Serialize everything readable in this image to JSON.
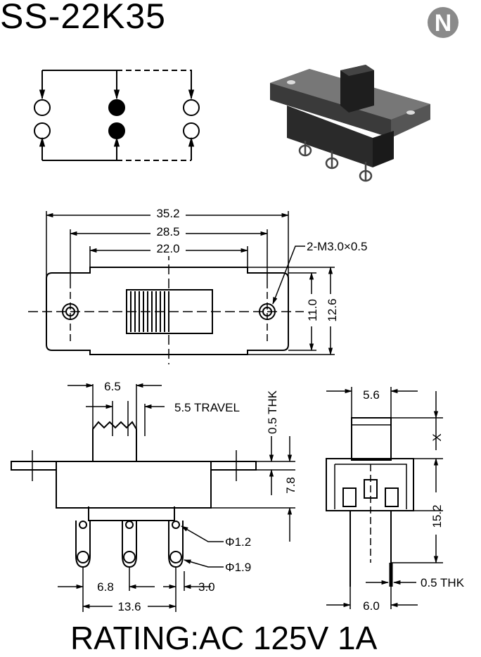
{
  "title": "SS-22K35",
  "logo_letter": "N",
  "rating": "RATING:AC 125V 1A",
  "dimensions": {
    "overall_length": "35.2",
    "mount_hole_pitch": "28.5",
    "body_length": "22.0",
    "mount_holes": "2-M3.0×0.5",
    "body_height_inner": "11.0",
    "body_height_outer": "12.6",
    "actuator_width": "6.5",
    "travel": "5.5 TRAVEL",
    "plate_thk": "0.5 THK",
    "body_depth": "7.8",
    "pin_hole_small": "Φ1.2",
    "pin_hole_large": "Φ1.9",
    "pin_pitch": "6.8",
    "pin_edge": "3.0",
    "pin_span": "13.6",
    "side_actuator_width": "5.6",
    "actuator_height": "X",
    "pin_length": "15.2",
    "pin_thk": "0.5 THK",
    "side_width": "6.0"
  },
  "colors": {
    "line": "#000000",
    "logo_bg": "#8a8a8a"
  }
}
